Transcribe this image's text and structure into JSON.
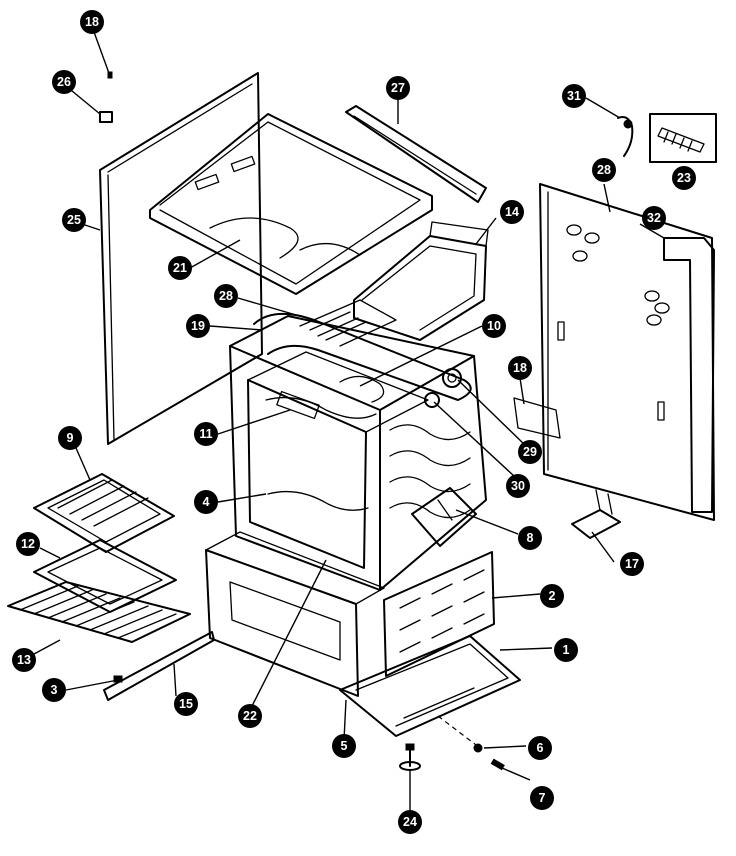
{
  "callouts": [
    {
      "id": "c18a",
      "label": "18"
    },
    {
      "id": "c26",
      "label": "26"
    },
    {
      "id": "c25",
      "label": "25"
    },
    {
      "id": "c27",
      "label": "27"
    },
    {
      "id": "c21",
      "label": "21"
    },
    {
      "id": "c28a",
      "label": "28"
    },
    {
      "id": "c19",
      "label": "19"
    },
    {
      "id": "c10",
      "label": "10"
    },
    {
      "id": "c11",
      "label": "11"
    },
    {
      "id": "c9",
      "label": "9"
    },
    {
      "id": "c4",
      "label": "4"
    },
    {
      "id": "c12",
      "label": "12"
    },
    {
      "id": "c13",
      "label": "13"
    },
    {
      "id": "c3",
      "label": "3"
    },
    {
      "id": "c15",
      "label": "15"
    },
    {
      "id": "c22",
      "label": "22"
    },
    {
      "id": "c5",
      "label": "5"
    },
    {
      "id": "c24",
      "label": "24"
    },
    {
      "id": "c31",
      "label": "31"
    },
    {
      "id": "c23",
      "label": "23"
    },
    {
      "id": "c28b",
      "label": "28"
    },
    {
      "id": "c32",
      "label": "32"
    },
    {
      "id": "c14",
      "label": "14"
    },
    {
      "id": "c18b",
      "label": "18"
    },
    {
      "id": "c29",
      "label": "29"
    },
    {
      "id": "c30",
      "label": "30"
    },
    {
      "id": "c8",
      "label": "8"
    },
    {
      "id": "c17",
      "label": "17"
    },
    {
      "id": "c2",
      "label": "2"
    },
    {
      "id": "c1",
      "label": "1"
    },
    {
      "id": "c6",
      "label": "6"
    },
    {
      "id": "c7",
      "label": "7"
    }
  ]
}
